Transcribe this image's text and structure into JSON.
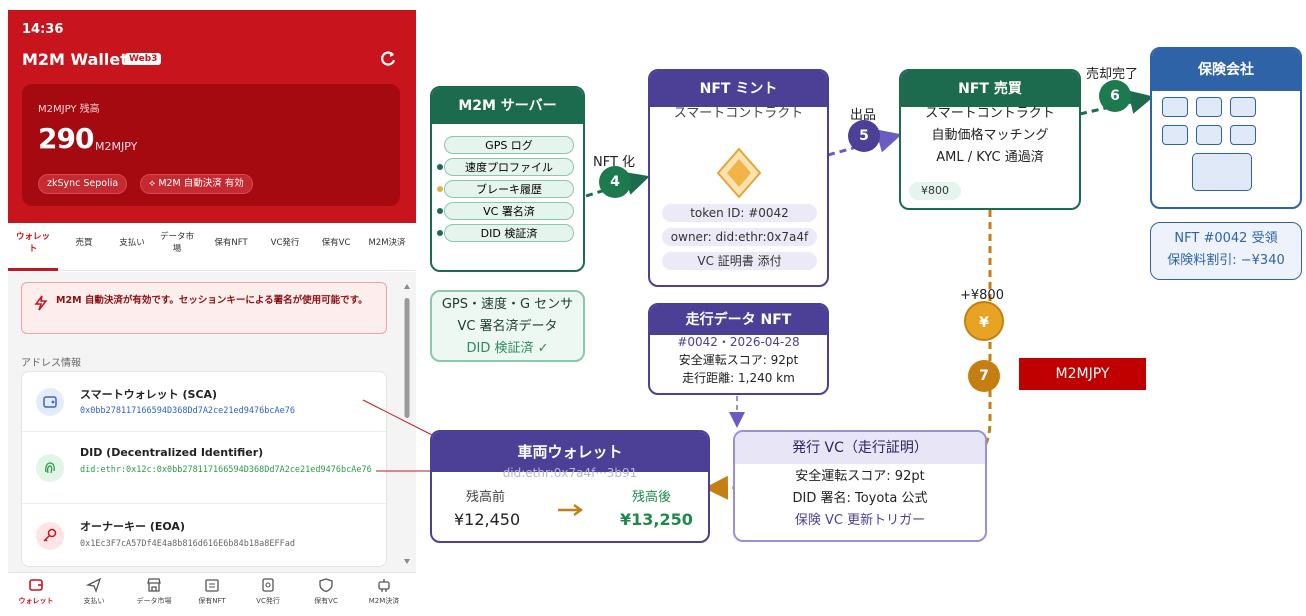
{
  "phone": {
    "time": "14:36",
    "app_title": "M2M Wallet",
    "badge": "Web3",
    "balance_label": "M2MJPY 残高",
    "balance_value": "290",
    "balance_unit": "M2MJPY",
    "chips": [
      "zkSync Sepolia",
      "M2M 自動決済 有効"
    ],
    "tabs": [
      "ウォレット",
      "売買",
      "支払い",
      "データ市場",
      "保有NFT",
      "VC発行",
      "保有VC",
      "M2M決済"
    ],
    "alert": "M2M 自動決済が有効です。セッションキーによる署名が使用可能です。",
    "section_label": "アドレス情報",
    "addresses": [
      {
        "title": "スマートウォレット (SCA)",
        "address": "0x0bb278117166594D368Dd7A2ce21ed9476bcAe76"
      },
      {
        "title": "DID (Decentralized Identifier)",
        "address": "did:ethr:0x12c:0x0bb278117166594D368Dd7A2ce21ed9476bcAe76"
      },
      {
        "title": "オーナーキー (EOA)",
        "address": "0x1Ec3F7cA57Df4E4a8b816d616E6b84b18a8EFFad"
      }
    ],
    "bottom_nav": [
      "ウォレット",
      "支払い",
      "データ市場",
      "保有NFT",
      "VC発行",
      "保有VC",
      "M2M決済"
    ],
    "colors": {
      "brand": "#c8141c",
      "brand_dark": "#a40a10"
    }
  },
  "diagram": {
    "server": {
      "title": "M2M サーバー",
      "items": [
        "GPS ログ",
        "速度プロファイル",
        "ブレーキ履歴",
        "VC 署名済",
        "DID 検証済"
      ]
    },
    "sensor": {
      "lines": [
        "GPS・速度・G センサ",
        "VC 署名済データ",
        "DID 検証済 ✓"
      ]
    },
    "mint": {
      "title": "NFT ミント",
      "subtitle": "スマートコントラクト",
      "fields": [
        "token ID: #0042",
        "owner: did:ethr:0x7a4f",
        "VC 証明書 添付"
      ]
    },
    "sale": {
      "title": "NFT 売買",
      "lines": [
        "スマートコントラクト",
        "自動価格マッチング",
        "AML / KYC 通過済"
      ],
      "price": "¥800"
    },
    "insurer": {
      "title": "保険会社",
      "note_lines": [
        "NFT #0042 受領",
        "保険料割引: −¥340"
      ]
    },
    "data_nft": {
      "title": "走行データ NFT",
      "lines": [
        "#0042・2026-04-28",
        "安全運転スコア: 92pt",
        "走行距離: 1,240 km"
      ]
    },
    "vehicle_wallet": {
      "title": "車両ウォレット",
      "did": "did:ethr:0x7a4f···3b91",
      "before_label": "残高前",
      "before_value": "¥12,450",
      "after_label": "残高後",
      "after_value": "¥13,250"
    },
    "vc": {
      "title": "発行 VC（走行証明）",
      "lines": [
        "安全運転スコア: 92pt",
        "DID 署名: Toyota 公式",
        "保険 VC 更新トリガー"
      ]
    },
    "steps": {
      "s4": {
        "num": "4",
        "label": "NFT 化"
      },
      "s5": {
        "num": "5",
        "label": "出品"
      },
      "s6": {
        "num": "6",
        "label": "売却完了"
      },
      "s7": {
        "num": "7",
        "label": "+¥800",
        "coin": "¥"
      }
    },
    "m2mjpy_label": "M2MJPY",
    "colors": {
      "green": "#1d6b4f",
      "purple": "#4b3f96",
      "blue": "#2f63a8",
      "gold": "#c57e12",
      "red_label": "#c00000"
    }
  }
}
